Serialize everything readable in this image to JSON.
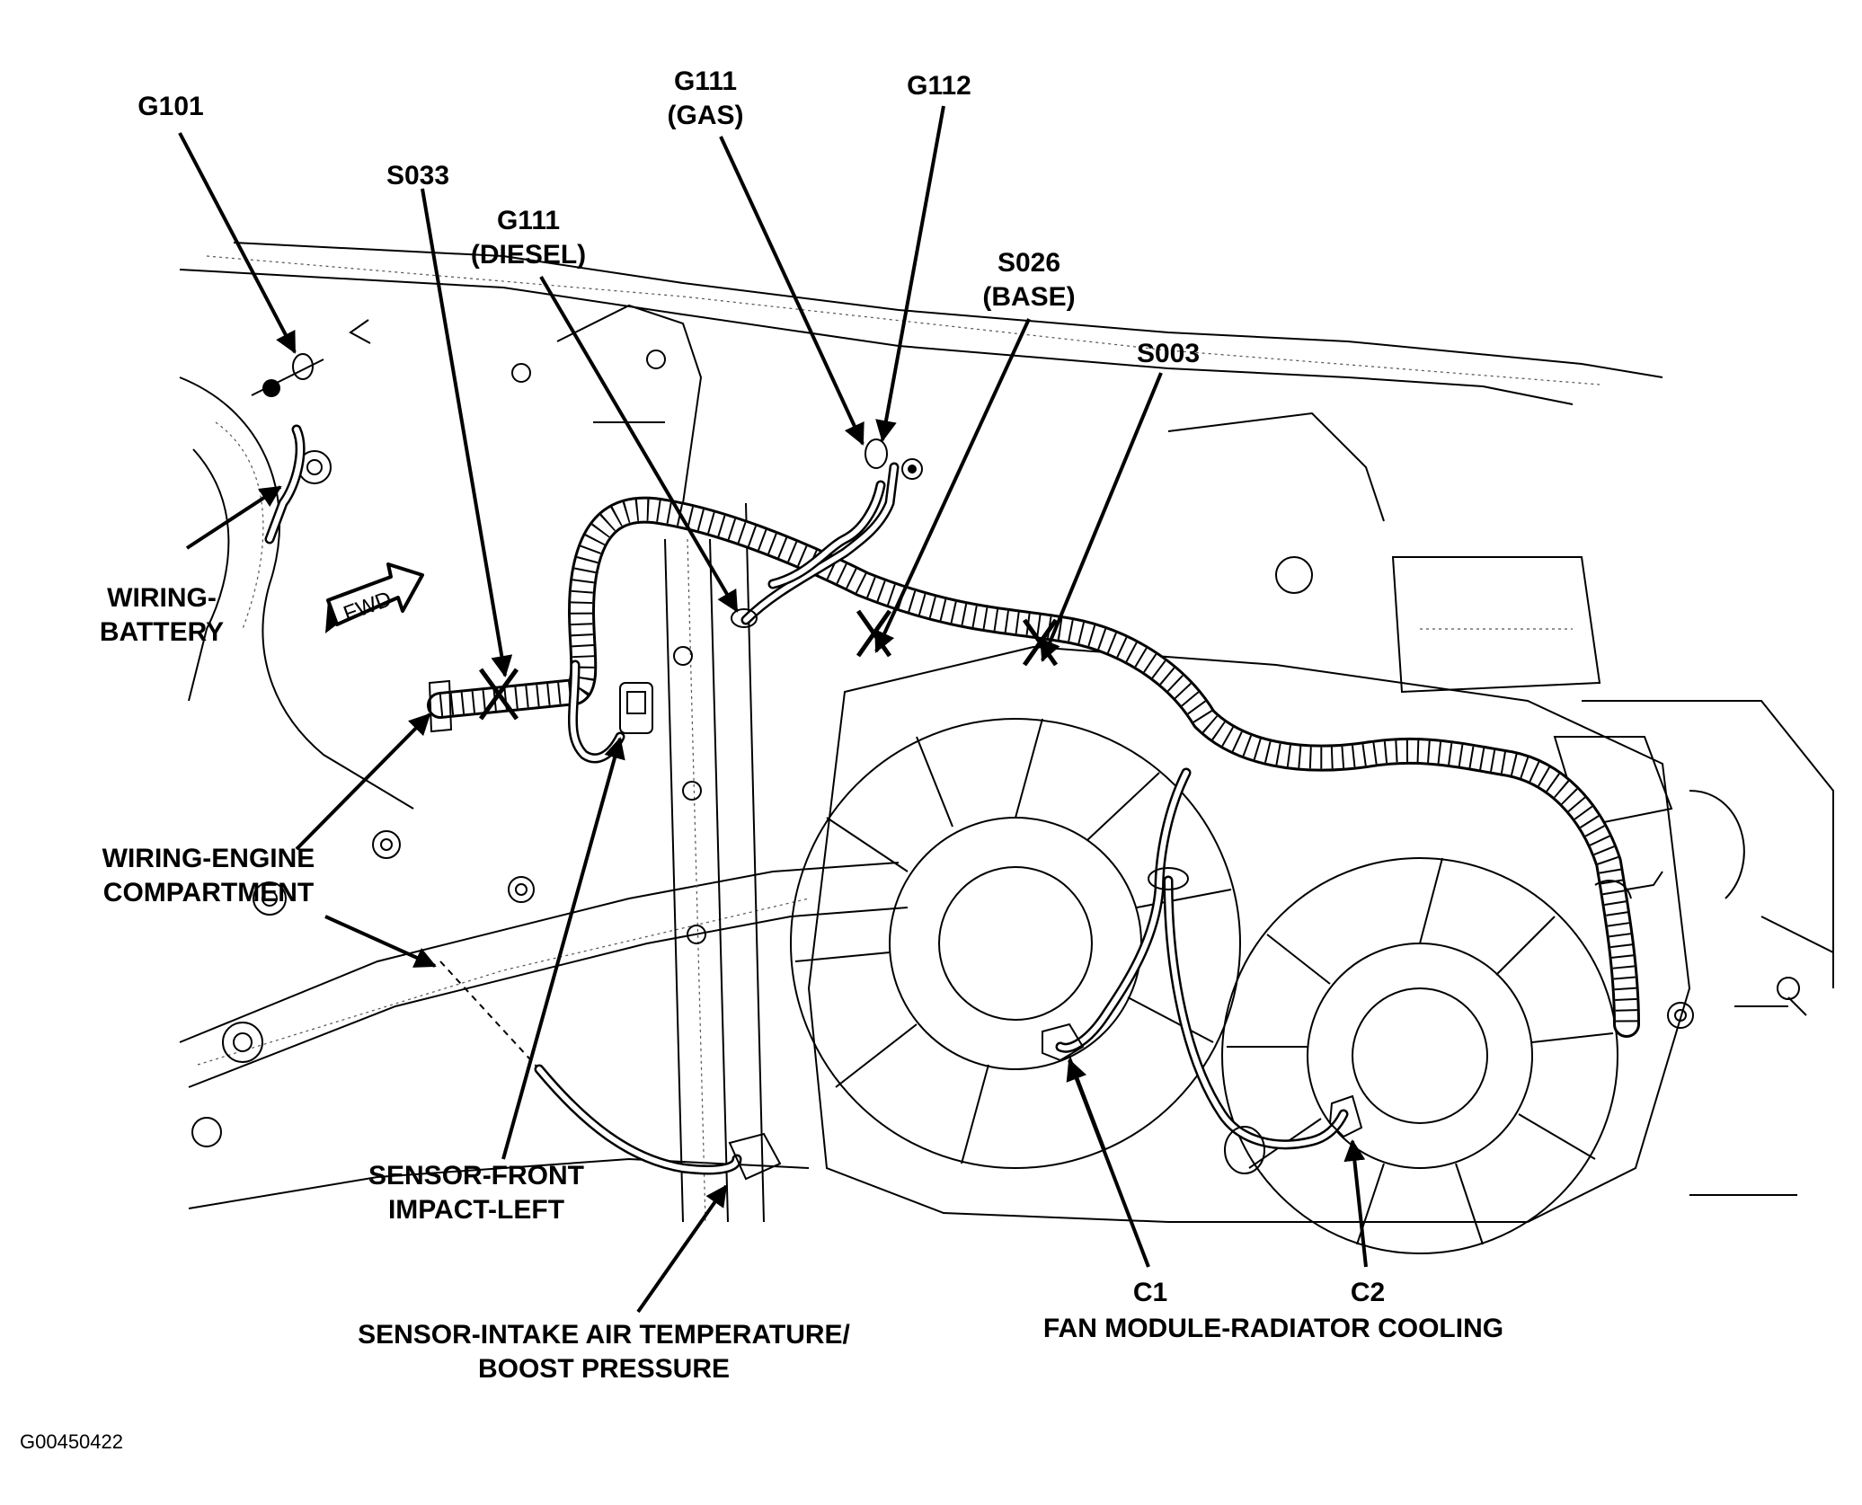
{
  "labels": {
    "g101": "G101",
    "s033": "S033",
    "g111_diesel_line1": "G111",
    "g111_diesel_line2": "(DIESEL)",
    "g111_gas_line1": "G111",
    "g111_gas_line2": "(GAS)",
    "g112": "G112",
    "s026_line1": "S026",
    "s026_line2": "(BASE)",
    "s003": "S003",
    "wiring_battery_line1": "WIRING-",
    "wiring_battery_line2": "BATTERY",
    "wiring_engine_line1": "WIRING-ENGINE",
    "wiring_engine_line2": "COMPARTMENT",
    "sensor_front_line1": "SENSOR-FRONT",
    "sensor_front_line2": "IMPACT-LEFT",
    "sensor_iat_line1": "SENSOR-INTAKE AIR TEMPERATURE/",
    "sensor_iat_line2": "BOOST PRESSURE",
    "c1": "C1",
    "c2": "C2",
    "fan_module": "FAN MODULE-RADIATOR COOLING"
  },
  "fwd_arrow": "FWD",
  "figure_id": "G00450422",
  "colors": {
    "ink": "#000000",
    "background": "#ffffff",
    "linework": "#555555"
  }
}
